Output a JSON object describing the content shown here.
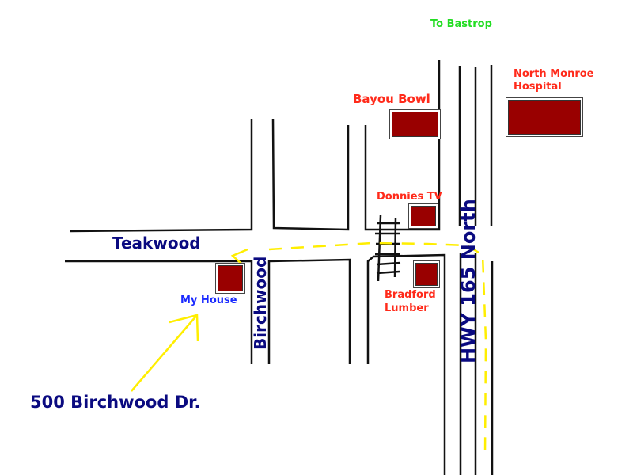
{
  "map": {
    "direction_label": "To Bastrop",
    "streets": {
      "teakwood": "Teakwood",
      "birchwood": "Birchwood",
      "highway": "HWY 165 North"
    },
    "landmarks": [
      {
        "name": "Bayou Bowl"
      },
      {
        "name": "North Monroe Hospital",
        "lines": [
          "North Monroe",
          "Hospital"
        ]
      },
      {
        "name": "Donnies TV"
      },
      {
        "name": "Bradford Lumber",
        "lines": [
          "Bradford",
          "Lumber"
        ]
      }
    ],
    "home": {
      "label": "My House",
      "address": "500 Birchwood Dr."
    },
    "colors": {
      "building": "#990000",
      "landmark_text": "#ff2a1a",
      "street_text": "#0a0a80",
      "home_text": "#1a2aff",
      "direction_text": "#22dd22",
      "route": "#ffee00",
      "road": "#000000"
    }
  }
}
